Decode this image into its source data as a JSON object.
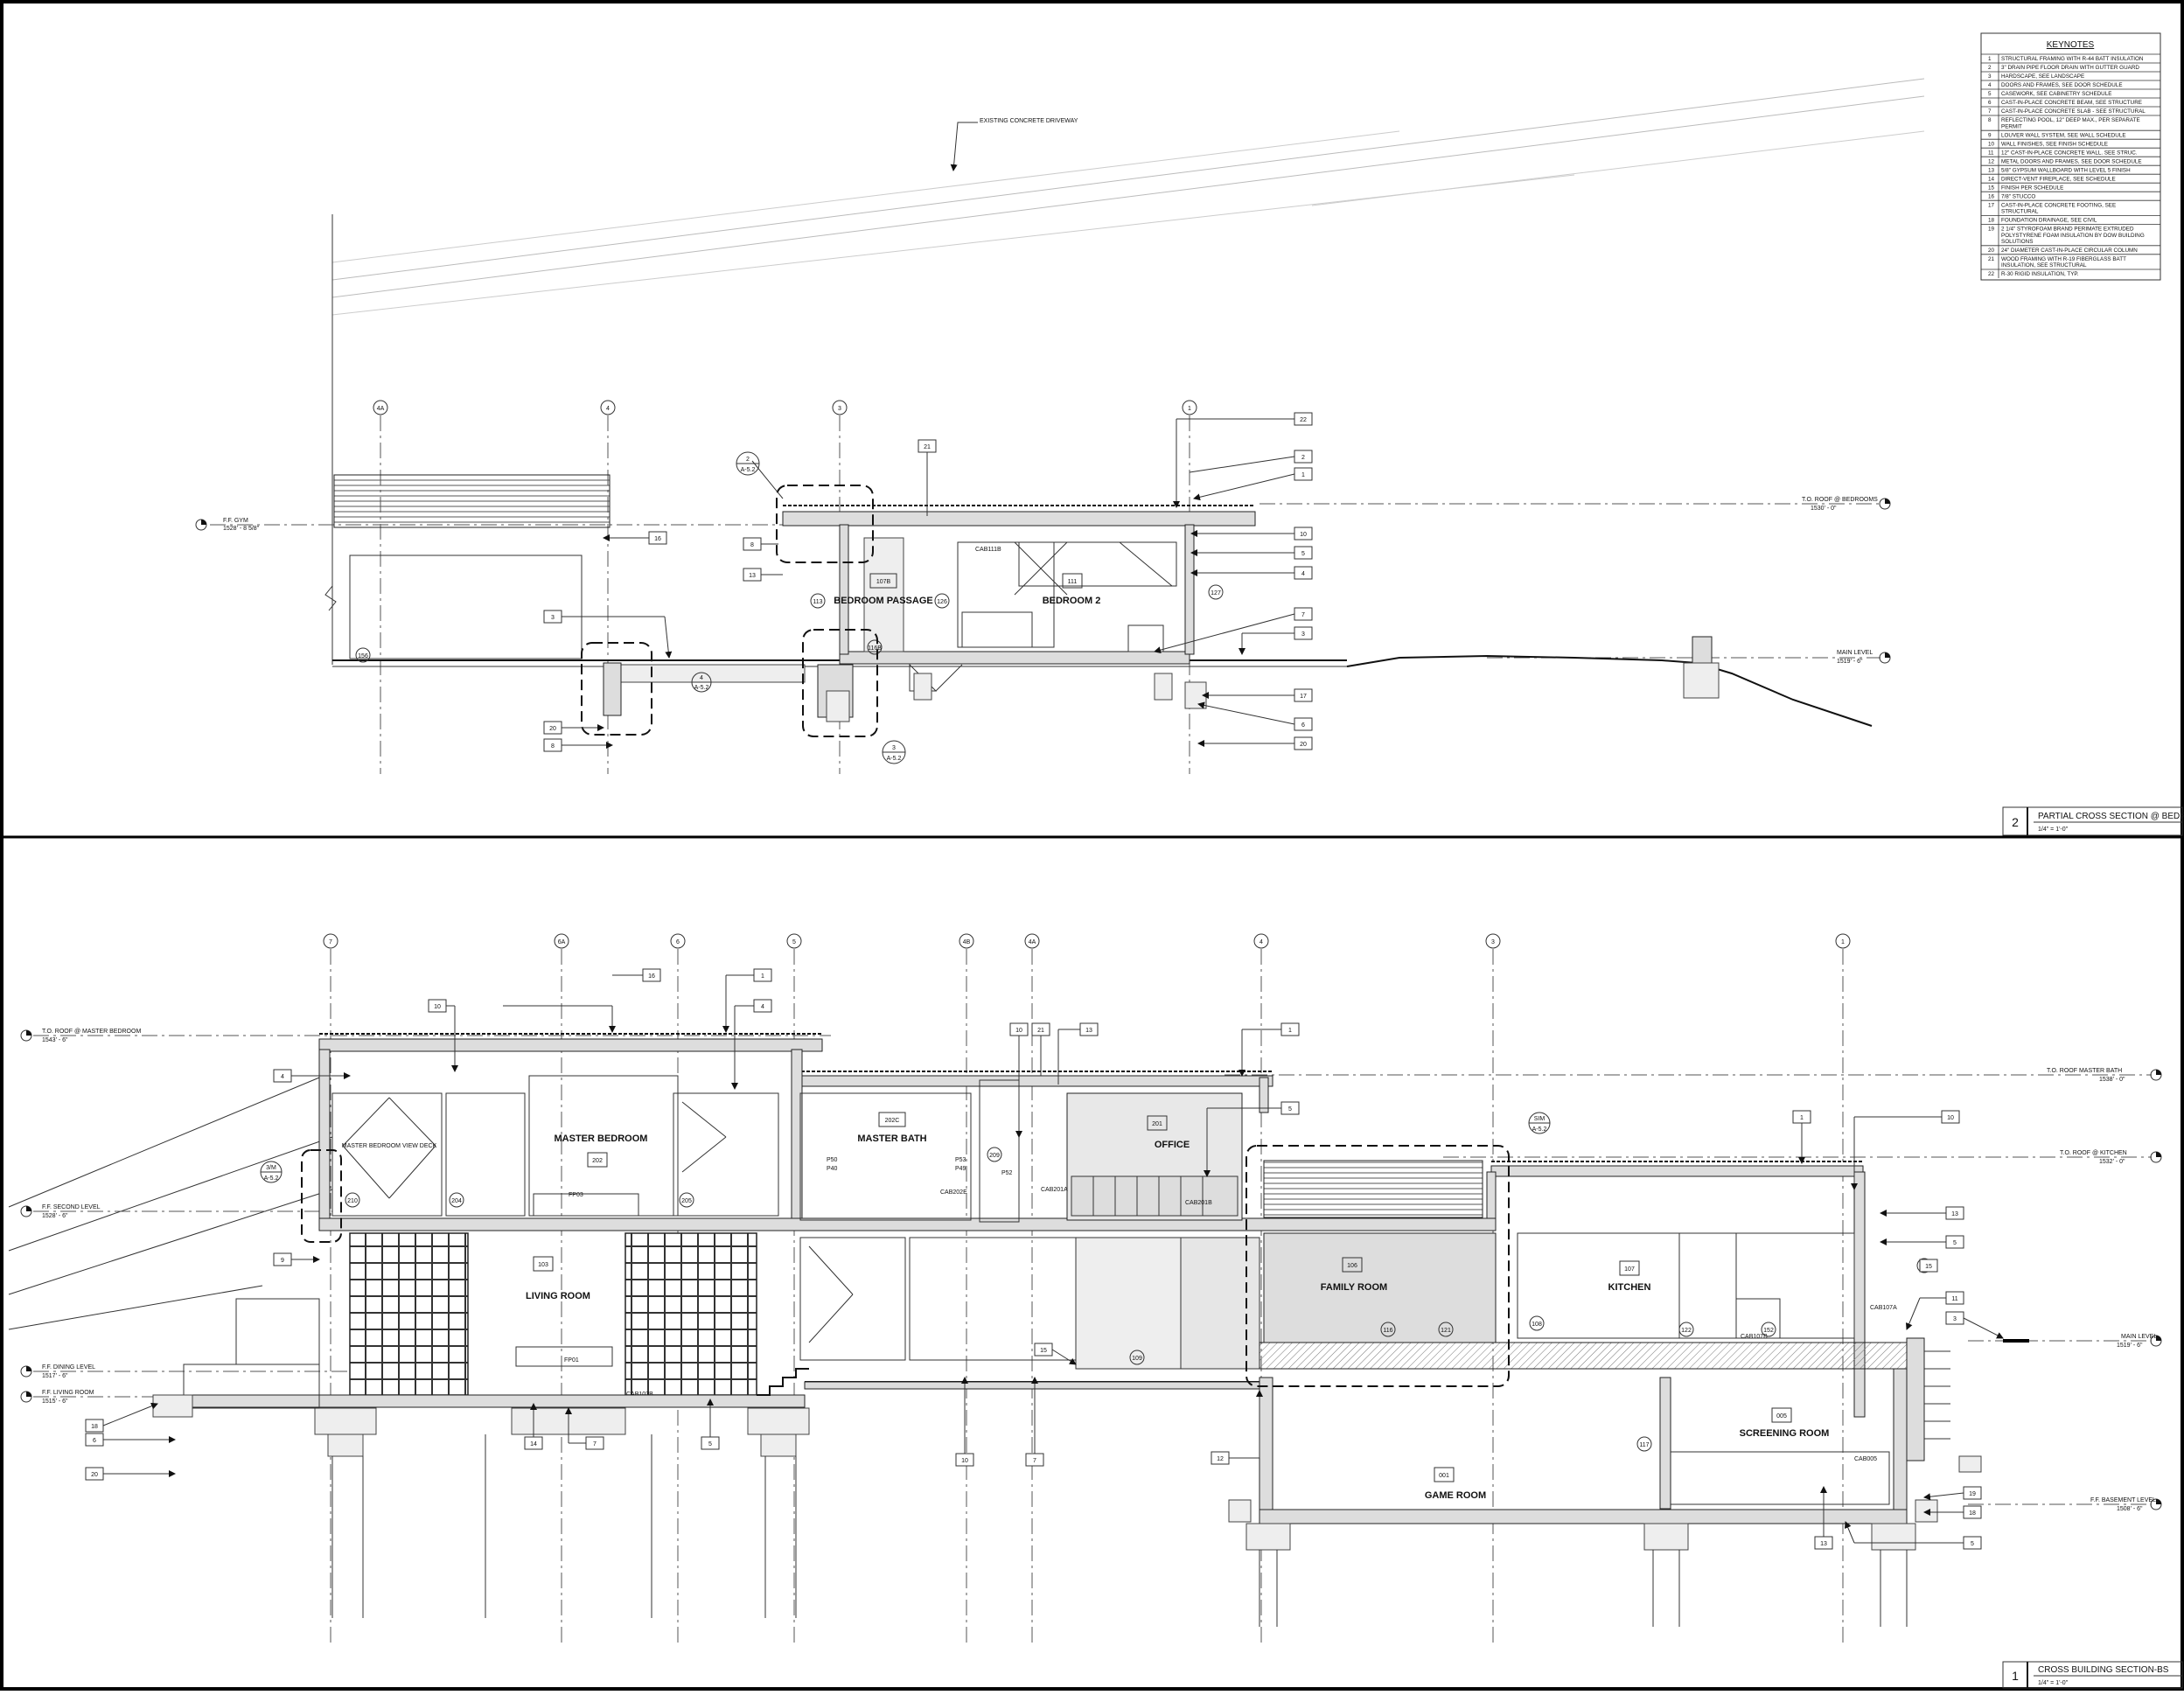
{
  "keynotes": {
    "title": "KEYNOTES",
    "items": [
      {
        "num": "1",
        "text": "STRUCTURAL FRAMING WITH R-44 BATT INSULATION"
      },
      {
        "num": "2",
        "text": "3\" DRAIN PIPE FLOOR DRAIN WITH GUTTER GUARD"
      },
      {
        "num": "3",
        "text": "HARDSCAPE, SEE LANDSCAPE"
      },
      {
        "num": "4",
        "text": "DOORS AND FRAMES, SEE DOOR SCHEDULE"
      },
      {
        "num": "5",
        "text": "CASEWORK, SEE CABINETRY SCHEDULE"
      },
      {
        "num": "6",
        "text": "CAST-IN-PLACE CONCRETE BEAM, SEE STRUCTURE"
      },
      {
        "num": "7",
        "text": "CAST-IN-PLACE CONCRETE SLAB - SEE STRUCTURAL"
      },
      {
        "num": "8",
        "text": "REFLECTING POOL, 12\" DEEP MAX., PER SEPARATE PERMIT"
      },
      {
        "num": "9",
        "text": "LOUVER WALL SYSTEM, SEE WALL SCHEDULE"
      },
      {
        "num": "10",
        "text": "WALL FINISHES, SEE FINISH SCHEDULE"
      },
      {
        "num": "11",
        "text": "12\" CAST-IN-PLACE CONCRETE WALL. SEE STRUC."
      },
      {
        "num": "12",
        "text": "METAL DOORS AND FRAMES, SEE DOOR SCHEDULE"
      },
      {
        "num": "13",
        "text": "5/8\" GYPSUM WALLBOARD WITH LEVEL 5 FINISH"
      },
      {
        "num": "14",
        "text": "DIRECT-VENT FIREPLACE, SEE SCHEDULE"
      },
      {
        "num": "15",
        "text": "FINISH PER SCHEDULE"
      },
      {
        "num": "16",
        "text": "7/8\" STUCCO"
      },
      {
        "num": "17",
        "text": "CAST-IN-PLACE CONCRETE FOOTING, SEE STRUCTURAL"
      },
      {
        "num": "18",
        "text": "FOUNDATION DRAINAGE, SEE CIVIL"
      },
      {
        "num": "19",
        "text": "2 1/4\" STYROFOAM BRAND PERIMATE EXTRUDED POLYSTYRENE FOAM INSULATION BY DOW BUILDING SOLUTIONS"
      },
      {
        "num": "20",
        "text": "24\" DIAMETER CAST-IN-PLACE CIRCULAR COLUMN"
      },
      {
        "num": "21",
        "text": "WOOD FRAMING WITH R-19 FIBERGLASS BATT INSULATION, SEE STRUCTURAL"
      },
      {
        "num": "22",
        "text": "R-30 RIGID INSULATION, TYP."
      }
    ]
  },
  "section2": {
    "title_num": "2",
    "title": "PARTIAL CROSS SECTION @ BEDROOMS",
    "scale": "1/4\" = 1'-0\"",
    "grid_labels": [
      "4A",
      "4",
      "3",
      "1"
    ],
    "levels": [
      {
        "name": "F.F. GYM",
        "elev": "1528' - 8 5/8\""
      },
      {
        "name": "T.O. ROOF @ BEDROOMS",
        "elev": "1530' - 0\""
      },
      {
        "name": "MAIN LEVEL",
        "elev": "1519' - 6\""
      }
    ],
    "driveway_note": "EXISTING CONCRETE DRIVEWAY",
    "rooms": [
      {
        "num": "107B",
        "name": "BEDROOM PASSAGE"
      },
      {
        "num": "111",
        "name": "BEDROOM 2"
      }
    ],
    "cabinet_tag": "CAB111B",
    "door_tags": [
      "113",
      "126",
      "156",
      "127",
      "116B"
    ],
    "detail_ref_1": {
      "num": "2",
      "sheet": "A-5.2"
    },
    "detail_ref_2": {
      "num": "3",
      "sheet": "A-5.2"
    },
    "detail_ref_3": {
      "num": "4",
      "sheet": "A-5.2"
    },
    "keynote_tags": [
      "16",
      "3",
      "20",
      "8",
      "8",
      "13",
      "21",
      "22",
      "2",
      "1",
      "10",
      "5",
      "4",
      "7",
      "3",
      "17",
      "6",
      "20"
    ]
  },
  "section1": {
    "title_num": "1",
    "title": "CROSS BUILDING SECTION-BS",
    "scale": "1/4\" = 1'-0\"",
    "grid_labels": [
      "7",
      "6A",
      "6",
      "5",
      "4B",
      "4A",
      "4",
      "3",
      "1"
    ],
    "levels": [
      {
        "name": "T.O. ROOF @ MASTER BEDROOM",
        "elev": "1543' - 6\""
      },
      {
        "name": "F.F. SECOND LEVEL",
        "elev": "1528' - 6\""
      },
      {
        "name": "F.F. DINING LEVEL",
        "elev": "1517' - 6\""
      },
      {
        "name": "F.F. LIVING ROOM",
        "elev": "1515' - 6\""
      },
      {
        "name": "T.O. ROOF MASTER BATH",
        "elev": "1538' - 0\""
      },
      {
        "name": "T.O. ROOF @ KITCHEN",
        "elev": "1532' - 0\""
      },
      {
        "name": "MAIN LEVEL",
        "elev": "1519' - 6\""
      },
      {
        "name": "F.F. BASEMENT LEVEL",
        "elev": "1508' - 6\""
      }
    ],
    "rooms": [
      {
        "num": "202",
        "name": "MASTER BEDROOM"
      },
      {
        "num": "202C",
        "name": "MASTER BATH"
      },
      {
        "num": "201",
        "name": "OFFICE"
      },
      {
        "num": "103",
        "name": "LIVING ROOM"
      },
      {
        "num": "106",
        "name": "FAMILY ROOM"
      },
      {
        "num": "107",
        "name": "KITCHEN"
      },
      {
        "num": "001",
        "name": "GAME ROOM"
      },
      {
        "num": "005",
        "name": "SCREENING ROOM"
      }
    ],
    "view_deck": "MASTER BEDROOM VIEW DECK",
    "tags": [
      "CAB202E",
      "CAB201A",
      "CAB201B",
      "CAB103B",
      "CAB107B",
      "CAB107A",
      "CAB005",
      "FP03",
      "FP01",
      "P50",
      "P40",
      "P53",
      "P49",
      "P52"
    ],
    "door_tags": [
      "210",
      "204",
      "205",
      "209",
      "108",
      "109",
      "116",
      "121",
      "122",
      "152",
      "117",
      "003"
    ],
    "detail_ref_a": {
      "num": "3/M",
      "sheet": "A-5.2"
    },
    "detail_ref_b": {
      "num": "SIM",
      "sheet": "A-5.2"
    },
    "keynote_tags": [
      "10",
      "16",
      "1",
      "4",
      "4",
      "9",
      "18",
      "6",
      "20",
      "14",
      "7",
      "5",
      "10",
      "21",
      "13",
      "1",
      "5",
      "10",
      "7",
      "15",
      "12",
      "1",
      "10",
      "13",
      "5",
      "15",
      "11",
      "3",
      "19",
      "18",
      "5",
      "13"
    ]
  }
}
